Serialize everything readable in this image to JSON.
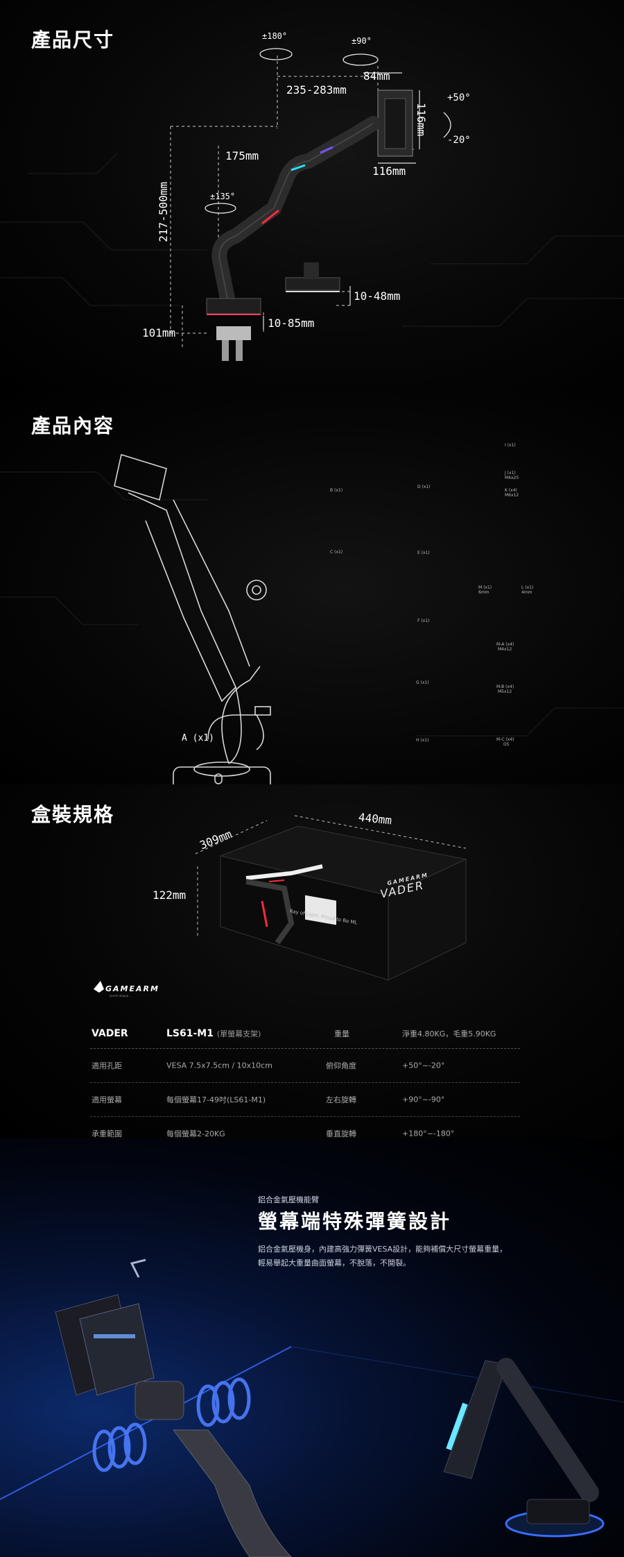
{
  "dimensions": {
    "title": "產品尺寸",
    "rot_top_left": "±180°",
    "rot_top_right": "±90°",
    "w_84": "84mm",
    "w_235_283": "235-283mm",
    "h_116": "116mm",
    "w_116": "116mm",
    "tilt_up": "+50°",
    "tilt_down": "-20°",
    "w_175": "175mm",
    "rot_mid": "±135°",
    "h_217_500": "217-500mm",
    "clamp_10_48": "10-48mm",
    "base_10_85": "10-85mm",
    "h_101": "101mm"
  },
  "contents": {
    "title": "產品內容",
    "main_part": "A (x1)",
    "parts": [
      "B (x1)",
      "D (x1)",
      "I (x1)",
      "J (x1)",
      "M4x25",
      "K (x4)",
      "M6x12",
      "C (x1)",
      "E (x1)",
      "M (x1)",
      "6mm",
      "L (x1)",
      "4mm",
      "F (x1)",
      "M-A (x4)",
      "M4x12",
      "G (x1)",
      "M-B (x4)",
      "M5x12",
      "H (x1)",
      "M-C (x4)",
      "D5"
    ]
  },
  "box": {
    "title": "盒裝規格",
    "d_309": "309mm",
    "w_440": "440mm",
    "h_122": "122mm",
    "box_brand": "GAMEARM",
    "box_model": "VADER",
    "box_slogan": "Ray of Light, Proud to Be ML",
    "logo": "GAMEARM",
    "logo_tagline": "Lorem aliquip ..."
  },
  "spec": {
    "header": {
      "model": "VADER",
      "sku": "LS61-M1",
      "sku_note": "(單螢幕支架)",
      "weight_label": "重量",
      "weight_value": "淨重4.80KG，毛重5.90KG"
    },
    "rows": [
      {
        "label": "適用孔距",
        "value": "VESA 7.5x7.5cm / 10x10cm",
        "label2": "俯仰角度",
        "value2": "+50°~-20°"
      },
      {
        "label": "適用螢幕",
        "value": "每個螢幕17-49吋(LS61-M1)",
        "label2": "左右旋轉",
        "value2": "+90°~-90°"
      },
      {
        "label": "承重範圍",
        "value": "每個螢幕2-20KG",
        "label2": "垂直旋轉",
        "value2": "+180°~-180°"
      }
    ]
  },
  "feature": {
    "subtitle": "鋁合金氣壓機能臂",
    "headline": "螢幕端特殊彈簧設計",
    "desc1": "鋁合金氣壓機身，內建高強力彈簧VESA設計，能夠補償大尺寸螢幕重量，",
    "desc2": "輕易舉起大重量曲面螢幕，不脫落，不開裂。"
  },
  "colors": {
    "accent_blue": "#3a6cff",
    "rgb_red": "#ff2a3a",
    "rgb_cyan": "#28e0ff"
  }
}
